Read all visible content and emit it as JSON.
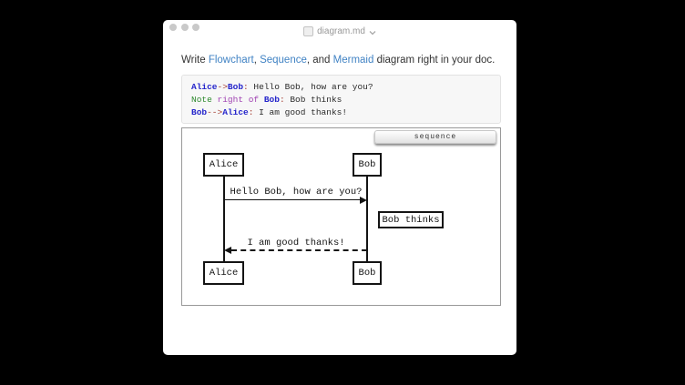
{
  "window": {
    "title": "diagram.md"
  },
  "intro": {
    "t1": "Write ",
    "link1": "Flowchart",
    "t2": ", ",
    "link2": "Sequence",
    "t3": ", and ",
    "link3": "Mermaid",
    "t4": " diagram right in your doc."
  },
  "code": {
    "line1": {
      "name1": "Alice",
      "arrow": "->",
      "name2": "Bob",
      "colon": ":",
      "text": " Hello Bob, how are you?"
    },
    "line2": {
      "kw_note": "Note",
      "sp1": " ",
      "kw_pos": "right of",
      "sp2": " ",
      "name": "Bob",
      "colon": ":",
      "text": " Bob thinks"
    },
    "line3": {
      "name1": "Bob",
      "arrow": "-->",
      "name2": "Alice",
      "colon": ":",
      "text": " I am good thanks!"
    }
  },
  "diagram": {
    "badge_label": "sequence",
    "actor1": "Alice",
    "actor2": "Bob",
    "message1": "Hello Bob, how are you?",
    "note": "Bob thinks",
    "message2": "I am good thanks!",
    "messages": [
      {
        "from": "Alice",
        "to": "Bob",
        "style": "solid",
        "text": "Hello Bob, how are you?"
      },
      {
        "type": "note",
        "position": "right of Bob",
        "text": "Bob thinks"
      },
      {
        "from": "Bob",
        "to": "Alice",
        "style": "dashed",
        "text": "I am good thanks!"
      }
    ]
  },
  "colors": {
    "link": "#4183c4",
    "code_name": "#2525cb",
    "code_arrow": "#a33a2e",
    "code_note_keyword": "#2f8a2f",
    "code_position_keyword": "#a042b2",
    "diagram_stroke": "#141414",
    "code_background": "#f7f7f7"
  }
}
